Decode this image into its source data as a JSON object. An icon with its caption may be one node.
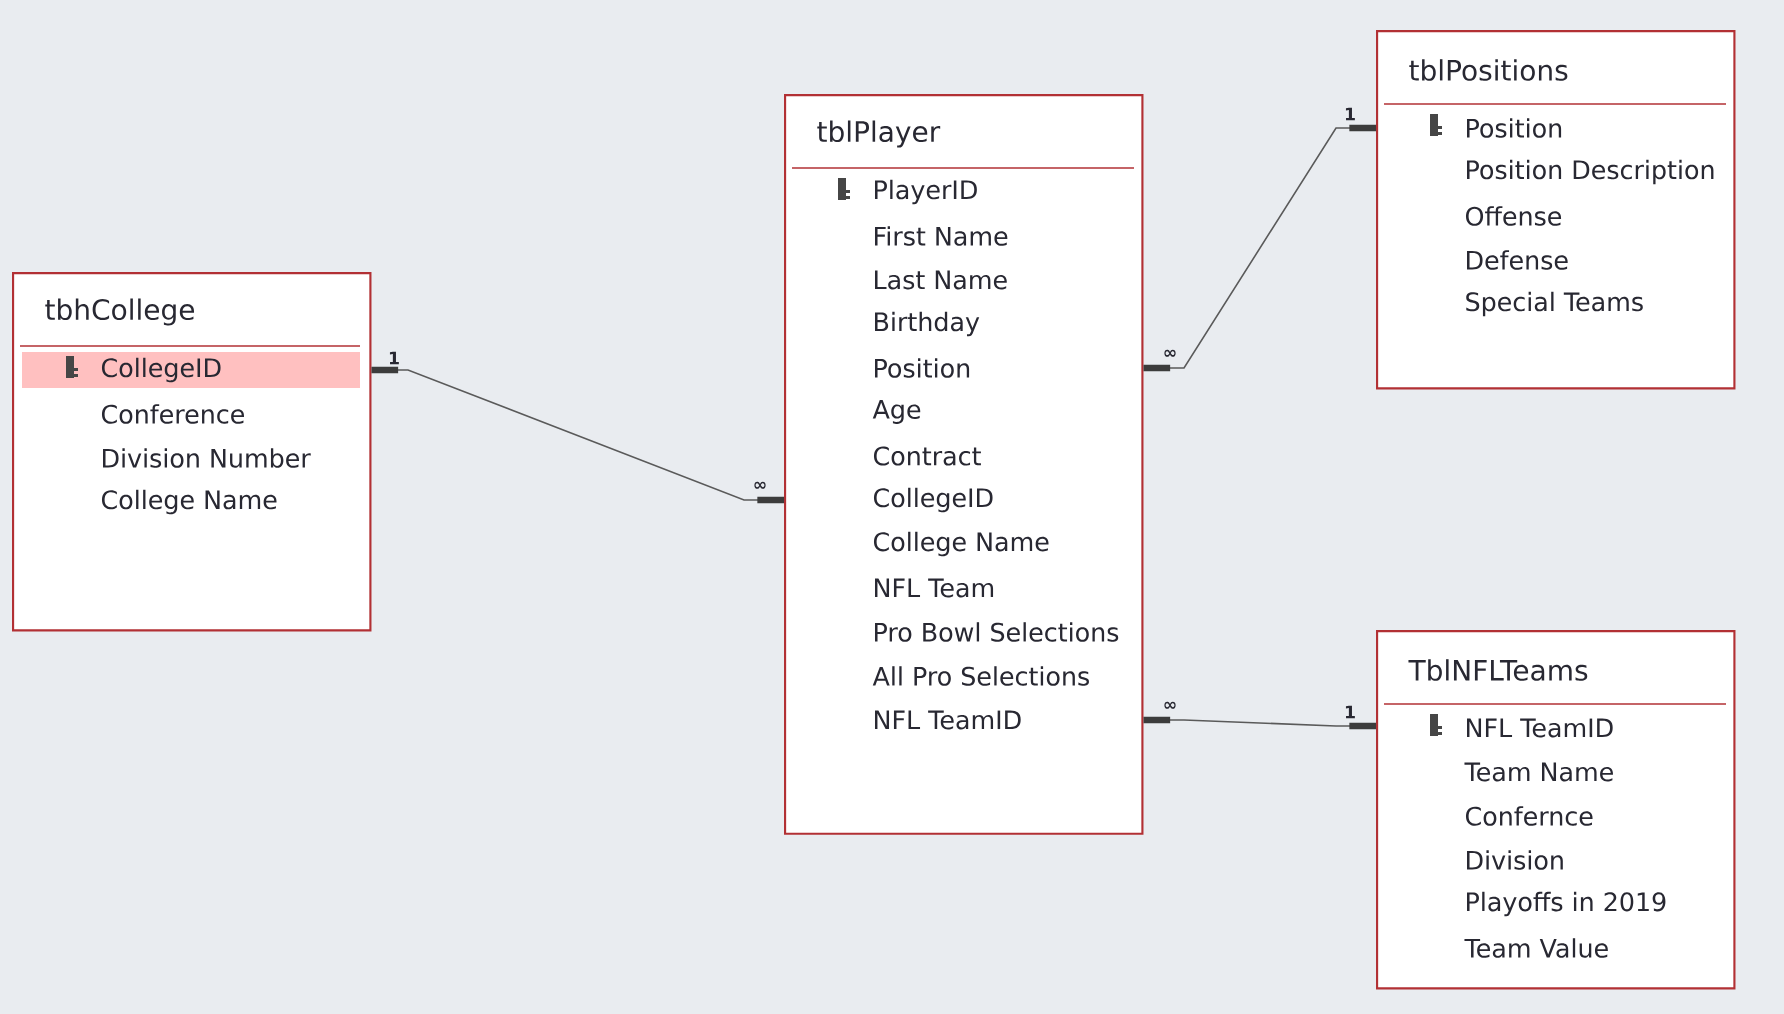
{
  "diagram": {
    "nodes": [
      {
        "text": [
          "tbhCollege",
          "CollegeID",
          "Conference",
          "Division Number",
          "College Name"
        ]
      },
      {
        "text": [
          "tblPlayer",
          "PlayerID",
          "First Name",
          "Last Name",
          "Birthday",
          "Position",
          "Age",
          "Contract",
          "CollegeID",
          "College Name",
          "NFL Team",
          "Pro Bowl Selections",
          "All Pro Selections",
          "NFL TeamID"
        ]
      },
      {
        "text": [
          "tblPositions",
          "Position",
          "Position Description",
          "Offense",
          "Defense",
          "Special Teams"
        ]
      },
      {
        "text": [
          "TblNFLTeams",
          "NFL TeamID",
          "Team Name",
          "Confernce",
          "Division",
          "Playoffs in 2019",
          "Team Value"
        ]
      }
    ],
    "edges": [
      {
        "from": 0,
        "to": 1,
        "arrow": "other"
      },
      {
        "from": 2,
        "to": 1,
        "arrow": "other"
      },
      {
        "from": 3,
        "to": 1,
        "arrow": "other"
      }
    ],
    "labels": [
      "1",
      "∞",
      "1",
      "∞",
      "1",
      "∞"
    ]
  }
}
